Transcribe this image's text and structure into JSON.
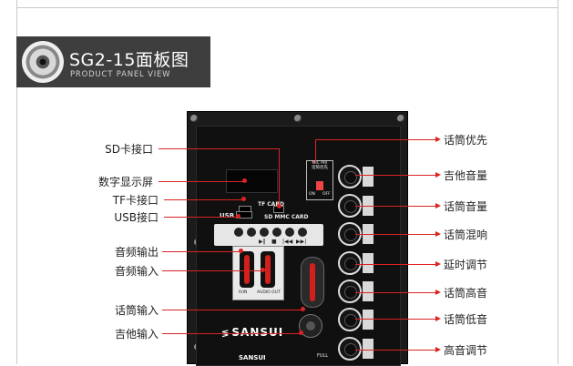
{
  "header": {
    "title": "SG2-15面板图",
    "subtitle": "PRODUCT PANEL VIEW"
  },
  "panel": {
    "tf_label": "TF CARD",
    "sd_label": "SD MMC CARD",
    "usb_label": "USB",
    "mic_pri_label": "MIC PRI\n话筒优先",
    "mic_pri_on": "ON",
    "mic_pri_off": "OFF",
    "brand": "SANSUI",
    "brand2": "SANSUI",
    "io_in_label": "R/IN",
    "io_out_label": "AUDIO OUT",
    "full_label": "FULL"
  },
  "left_labels": [
    "SD卡接口",
    "数字显示屏",
    "TF卡接口",
    "USB接口",
    "音频输出",
    "音频输入",
    "话筒输入",
    "吉他输入"
  ],
  "right_labels": [
    "话筒优先",
    "吉他音量",
    "话筒音量",
    "话筒混响",
    "延时调节",
    "话筒高音",
    "话筒低音",
    "高音调节"
  ],
  "colors": {
    "header_bg": "#3e3e3e",
    "panel_bg": "#1b1b1b",
    "accent_red": "#d22222",
    "jack_red": "#d3201d"
  }
}
